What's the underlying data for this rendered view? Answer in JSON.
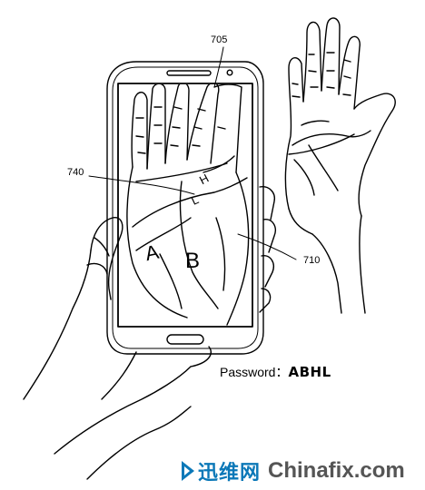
{
  "labels": {
    "ref_705": "705",
    "ref_740": "740",
    "ref_710": "710"
  },
  "password": {
    "label": "Password：",
    "value": "ABHL"
  },
  "screen_letters": {
    "upper": "H",
    "lower_left": "A",
    "lower_right": "B",
    "divider": "L"
  },
  "watermark": {
    "icon": "play-arrow-icon",
    "chinese": "迅维网",
    "english": "Chinafix.com",
    "accent_color": "#0b78b8",
    "text_color": "#555555"
  }
}
